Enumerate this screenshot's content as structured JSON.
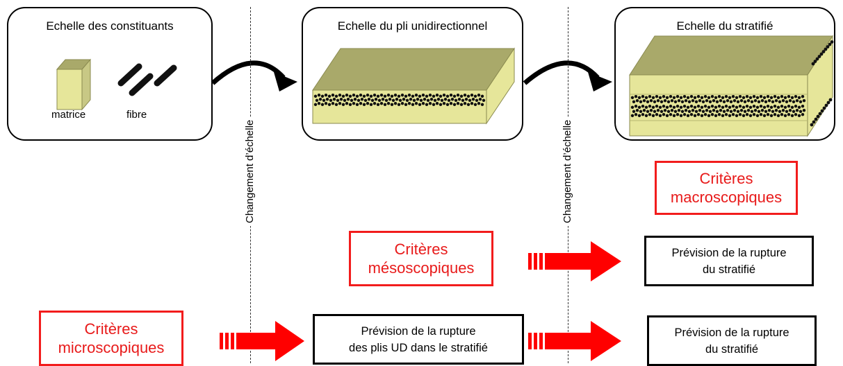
{
  "scales": {
    "constituants": {
      "title": "Echelle des constituants",
      "matrix_label": "matrice",
      "fiber_label": "fibre"
    },
    "pli": {
      "title": "Echelle du pli unidirectionnel"
    },
    "stratifie": {
      "title": "Echelle du stratifié"
    }
  },
  "scale_change_label": "Changement d’échelle",
  "criteria": {
    "macro": {
      "line1": "Critères",
      "line2": "macroscopiques"
    },
    "meso": {
      "line1": "Critères",
      "line2": "mésoscopiques"
    },
    "micro": {
      "line1": "Critères",
      "line2": "microscopiques"
    }
  },
  "predictions": {
    "meso_result": {
      "line1": "Prévision de la rupture",
      "line2": "du stratifié"
    },
    "micro_ud": {
      "line1": "Prévision de la rupture",
      "line2": "des plis UD dans le stratifié"
    },
    "micro_result": {
      "line1": "Prévision de la rupture",
      "line2": "du stratifié"
    }
  },
  "colors": {
    "criteria": "#e81a1a",
    "arrow": "#ff0000",
    "ply_top": "#a9a96a",
    "ply_side": "#e6e69a",
    "fiber": "#111111"
  }
}
